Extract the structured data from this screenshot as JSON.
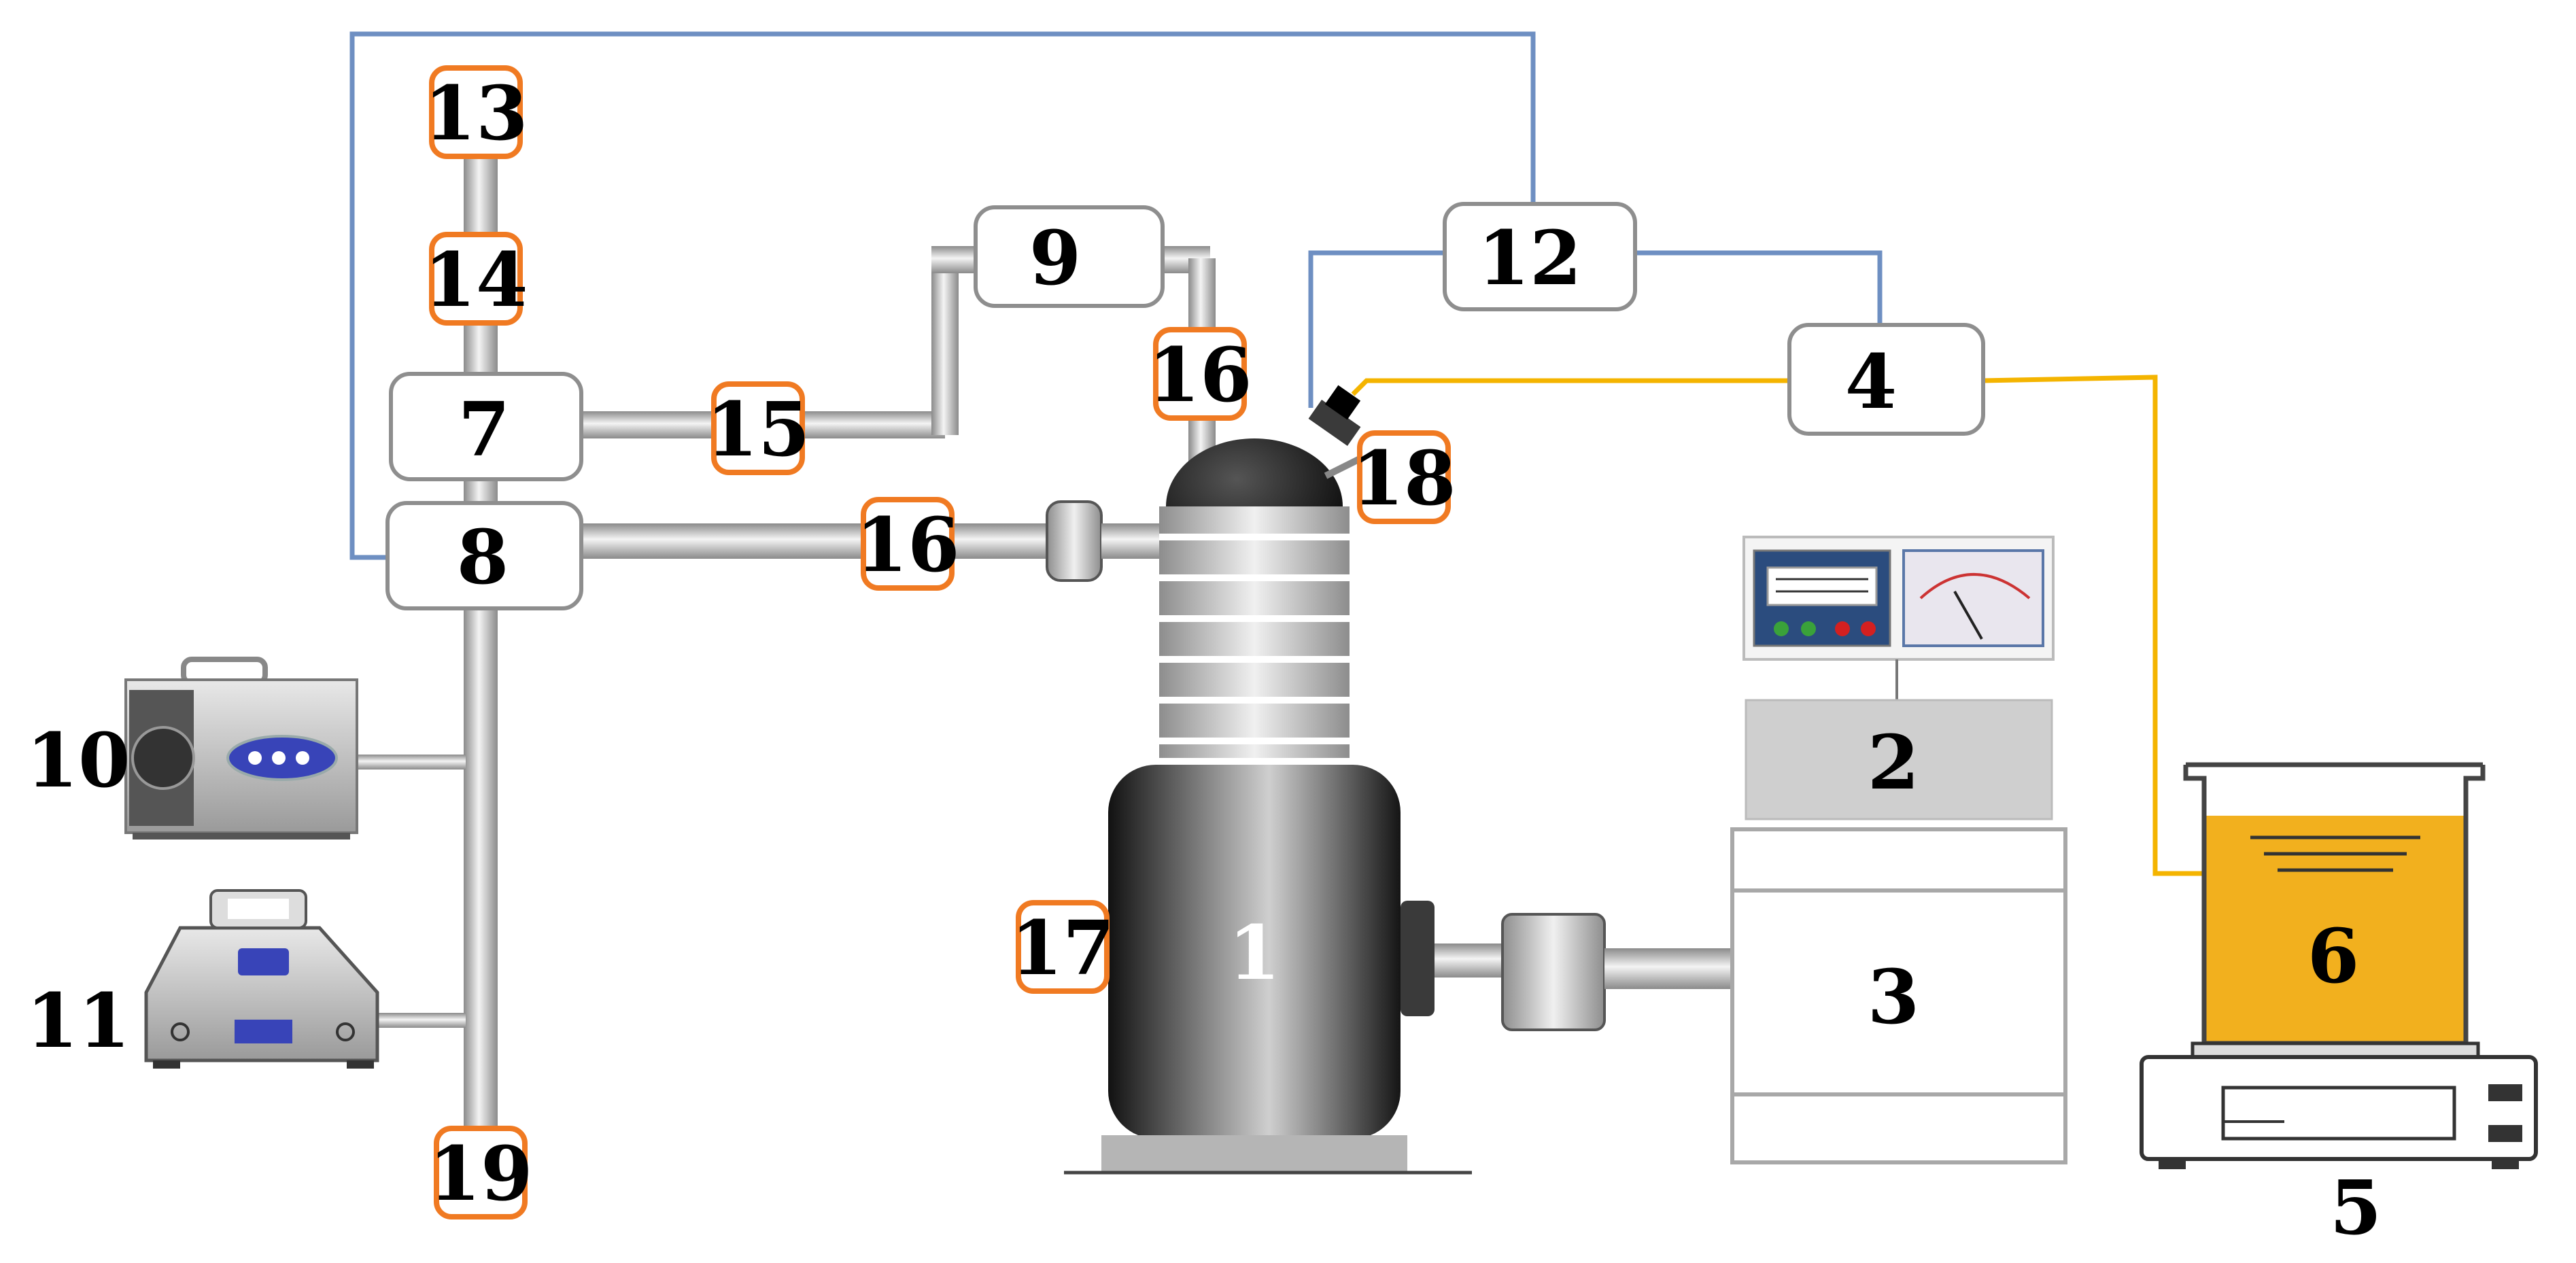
{
  "diagram": {
    "labels": {
      "l1": "1",
      "l2": "2",
      "l3": "3",
      "l4": "4",
      "l5": "5",
      "l6": "6",
      "l7": "7",
      "l8": "8",
      "l9": "9",
      "l10": "10",
      "l11": "11",
      "l12": "12",
      "l13": "13",
      "l14": "14",
      "l15": "15",
      "l16a": "16",
      "l16b": "16",
      "l17": "17",
      "l18": "18",
      "l19": "19"
    },
    "colors": {
      "signal_line": "#6e8fc2",
      "sensor_line": "#f4b400",
      "tag_border": "#f07a22",
      "liquid": "#f2b01e",
      "pipe": "#c4c4c4",
      "motor_body": "#3a3a3a"
    }
  }
}
